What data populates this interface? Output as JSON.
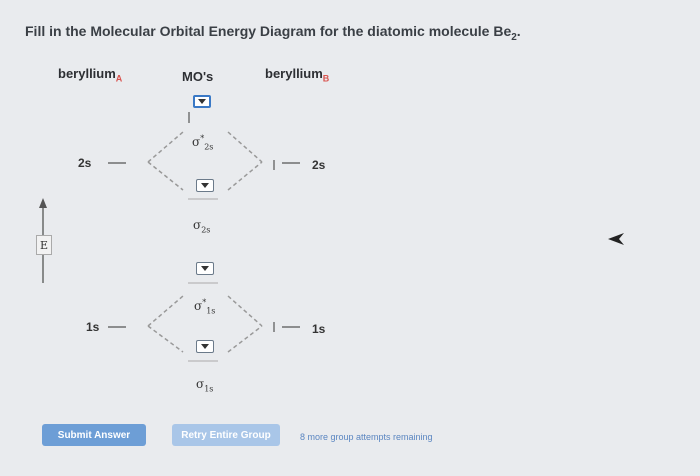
{
  "question": {
    "prefix": "Fill in the Molecular Orbital Energy Diagram for the diatomic molecule ",
    "molecule": "Be",
    "subscript": "2",
    "suffix": "."
  },
  "headers": {
    "left_name": "beryllium",
    "left_sub": "A",
    "middle": "MO's",
    "right_name": "beryllium",
    "right_sub": "B"
  },
  "levels": {
    "left_2s": "2s",
    "right_2s": "2s",
    "left_1s": "1s",
    "right_1s": "1s"
  },
  "mo": {
    "sigma_star_2s": {
      "sym": "σ",
      "star": "*",
      "sub": "2s"
    },
    "sigma_2s": {
      "sym": "σ",
      "sub": "2s"
    },
    "sigma_star_1s": {
      "sym": "σ",
      "star": "*",
      "sub": "1s"
    },
    "sigma_1s": {
      "sym": "σ",
      "sub": "1s"
    }
  },
  "energy_axis_label": "E",
  "buttons": {
    "submit": "Submit Answer",
    "retry": "Retry Entire Group"
  },
  "attempts_text": "8 more group attempts remaining",
  "colors": {
    "accent": "#3a79c6",
    "submit_bg": "#6d9ed6",
    "retry_bg": "#a9c6e8",
    "subscript_red": "#d9534f"
  }
}
